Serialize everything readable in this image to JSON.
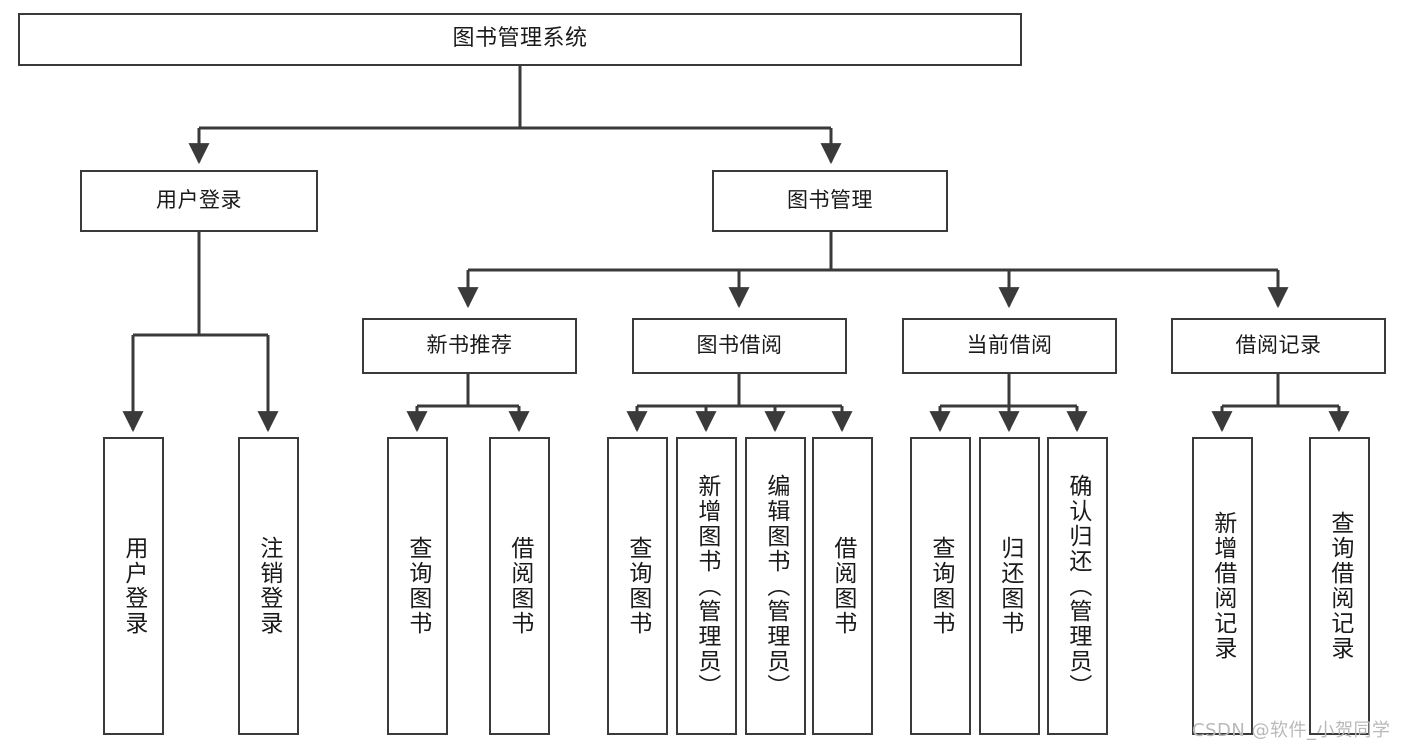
{
  "diagram": {
    "type": "tree-hierarchy-functional-decomposition",
    "root": {
      "id": "root",
      "label": "图书管理系统"
    },
    "level2": [
      {
        "id": "user-login",
        "label": "用户登录"
      },
      {
        "id": "book-management",
        "label": "图书管理"
      }
    ],
    "level3": [
      {
        "id": "new-book-recommend",
        "label": "新书推荐"
      },
      {
        "id": "book-borrow",
        "label": "图书借阅"
      },
      {
        "id": "current-borrow",
        "label": "当前借阅"
      },
      {
        "id": "borrow-record",
        "label": "借阅记录"
      }
    ],
    "leaves": {
      "user_login": [
        {
          "id": "leaf-user-login",
          "label": "用户登录"
        },
        {
          "id": "leaf-logout-login",
          "label": "注销登录"
        }
      ],
      "new_book_recommend": [
        {
          "id": "leaf-query-book-1",
          "label": "查询图书"
        },
        {
          "id": "leaf-borrow-book-1",
          "label": "借阅图书"
        }
      ],
      "book_borrow": [
        {
          "id": "leaf-query-book-2",
          "label": "查询图书"
        },
        {
          "id": "leaf-add-book",
          "label": "新增图书（管理员）"
        },
        {
          "id": "leaf-edit-book",
          "label": "编辑图书（管理员）"
        },
        {
          "id": "leaf-borrow-book-2",
          "label": "借阅图书"
        }
      ],
      "current_borrow": [
        {
          "id": "leaf-query-book-3",
          "label": "查询图书"
        },
        {
          "id": "leaf-return-book",
          "label": "归还图书"
        },
        {
          "id": "leaf-confirm-return",
          "label": "确认归还（管理员）"
        }
      ],
      "borrow_record": [
        {
          "id": "leaf-add-borrow-record",
          "label": "新增借阅记录"
        },
        {
          "id": "leaf-query-borrow-record",
          "label": "查询借阅记录"
        }
      ]
    },
    "watermark": "CSDN @软件_小贺同学",
    "colors": {
      "stroke": "#3a3a3a",
      "fill": "#ffffff",
      "text": "#1a1a1a",
      "watermark": "#b9b9b9"
    }
  }
}
